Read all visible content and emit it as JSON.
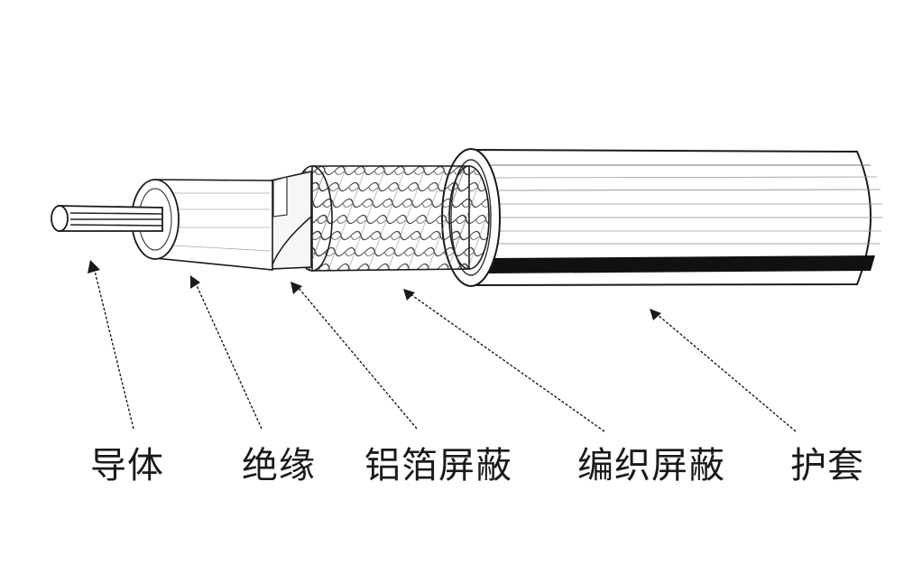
{
  "labels": {
    "conductor": "导体",
    "insulation": "绝缘",
    "foil_shield": "铝箔屏蔽",
    "braid_shield": "编织屏蔽",
    "jacket": "护套"
  },
  "colors": {
    "ink": "#1a1a1a",
    "background": "#ffffff",
    "stripe": "#111111"
  }
}
